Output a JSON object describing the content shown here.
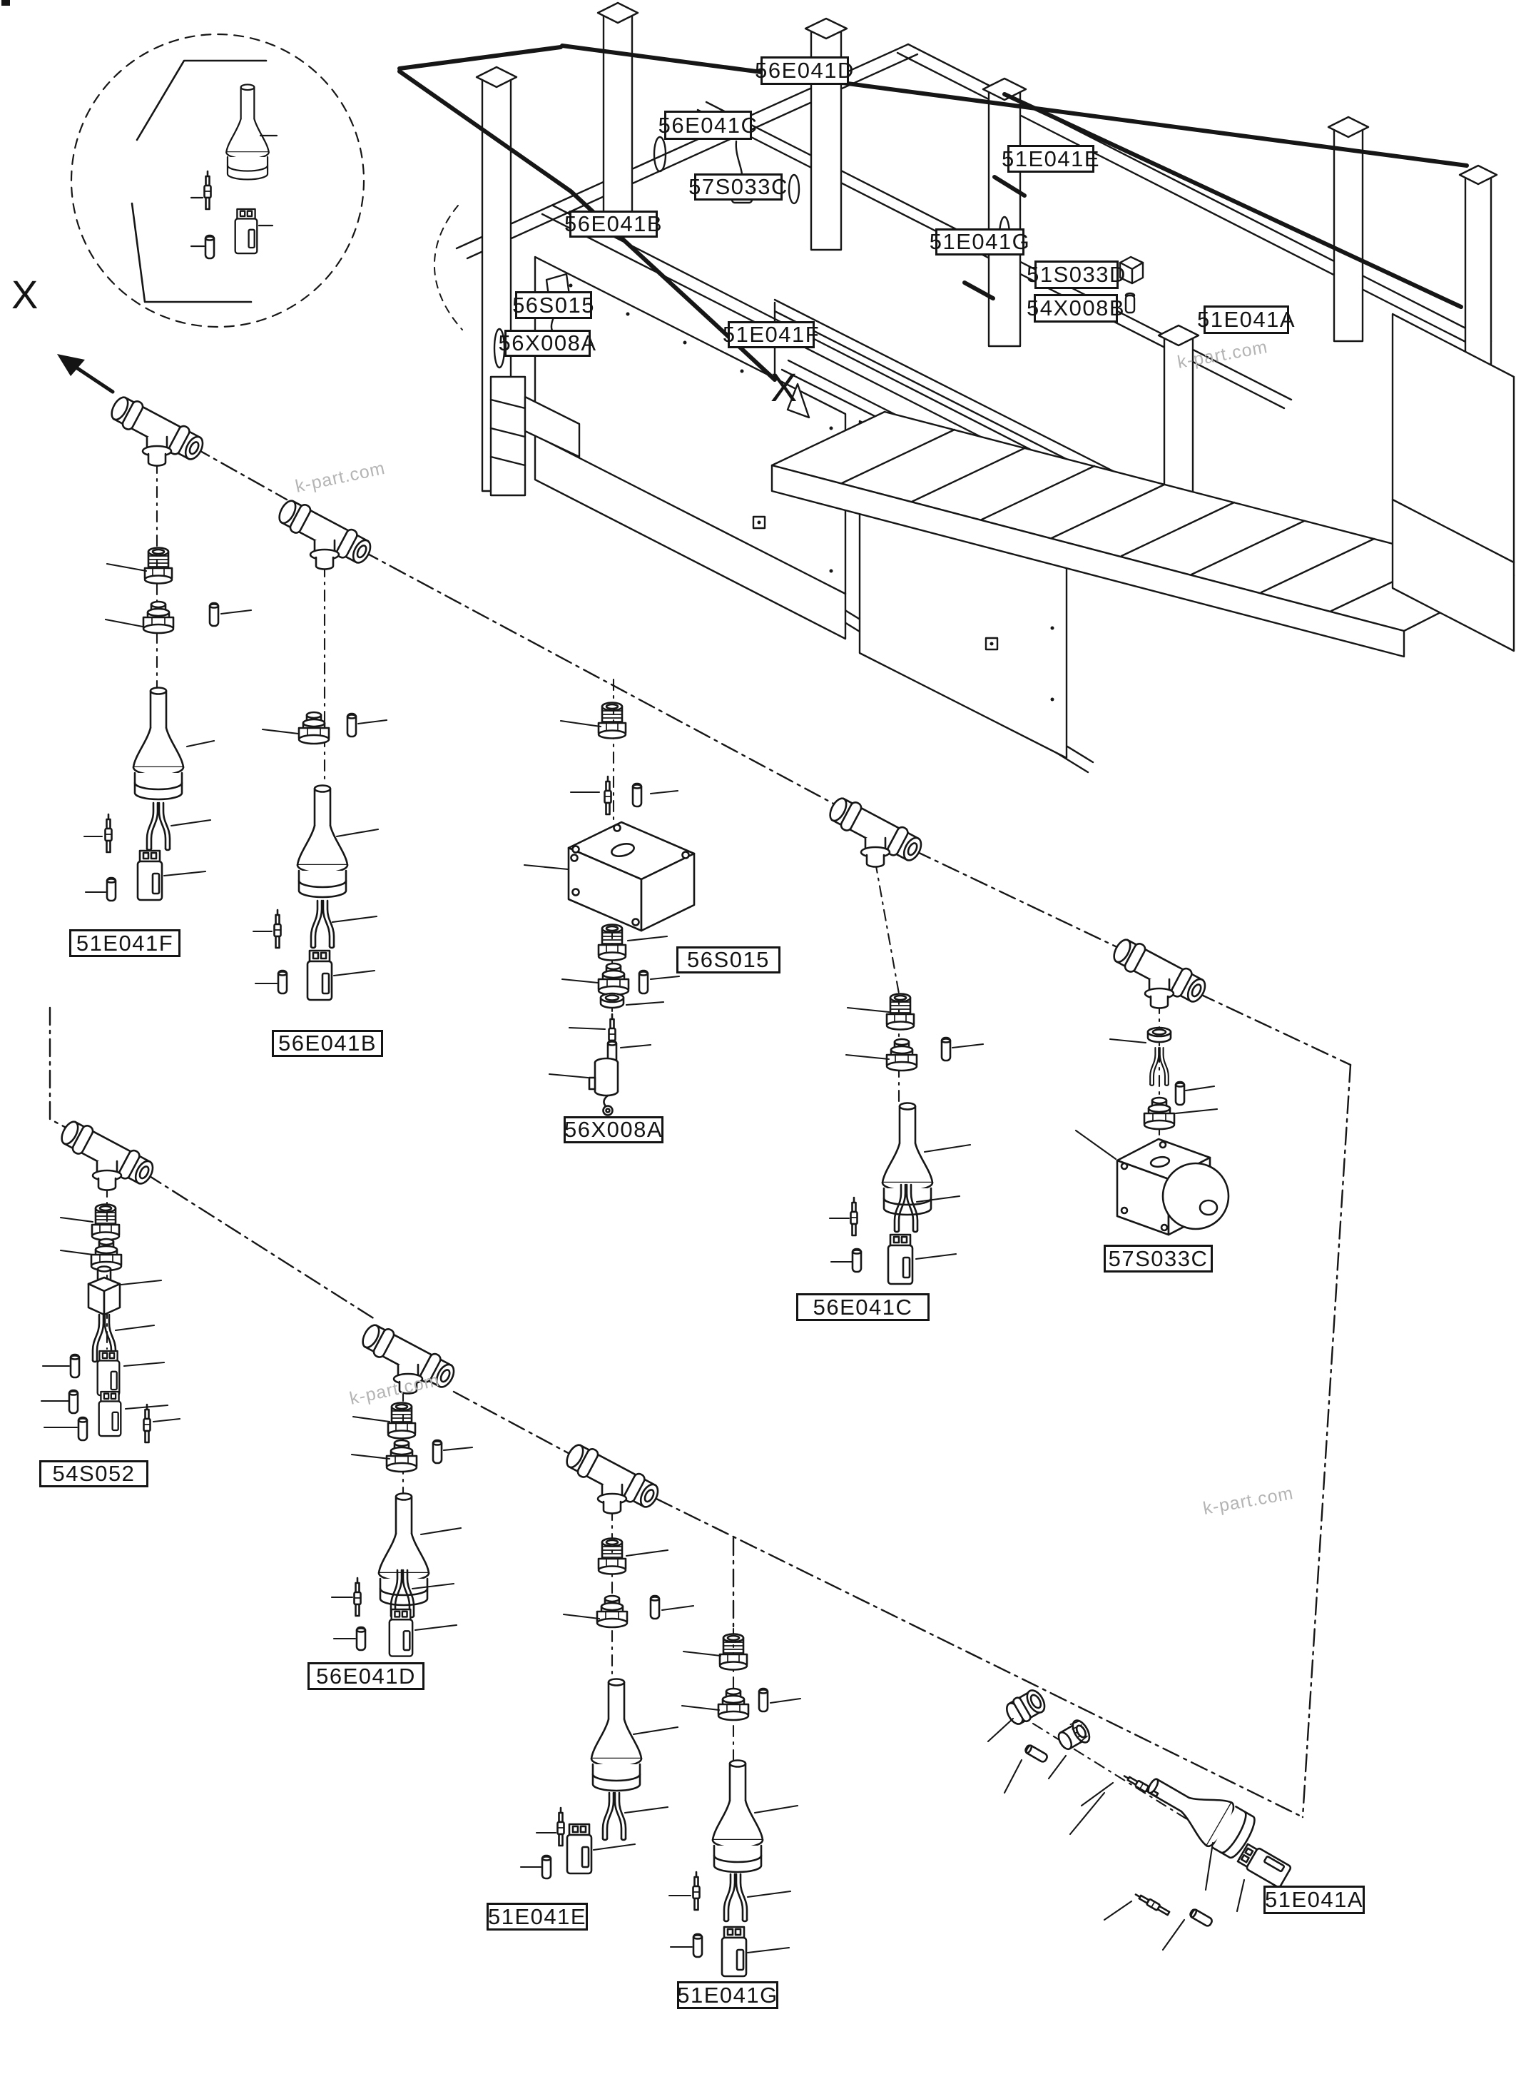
{
  "labels": {
    "fr_56E041D": "56E041D",
    "fr_56E041C": "56E041C",
    "fr_57S033C": "57S033C",
    "fr_56E041B": "56E041B",
    "fr_51E041E": "51E041E",
    "fr_51E041G": "51E041G",
    "fr_51S033D": "51S033D",
    "fr_54X008B": "54X008B",
    "fr_51E041A": "51E041A",
    "fr_56S015": "56S015",
    "fr_56X008A": "56X008A",
    "fr_51E041F": "51E041F",
    "pt_51E041F": "51E041F",
    "pt_56E041B": "56E041B",
    "pt_56S015": "56S015",
    "pt_56X008A": "56X008A",
    "pt_56E041C": "56E041C",
    "pt_57S033C": "57S033C",
    "pt_54S052": "54S052",
    "pt_56E041D": "56E041D",
    "pt_51E041E": "51E041E",
    "pt_51E041G": "51E041G",
    "pt_51E041A": "51E041A"
  },
  "markers": {
    "detail_view": "X",
    "frame_view": "X"
  },
  "watermark": {
    "text": "k-part.com"
  }
}
